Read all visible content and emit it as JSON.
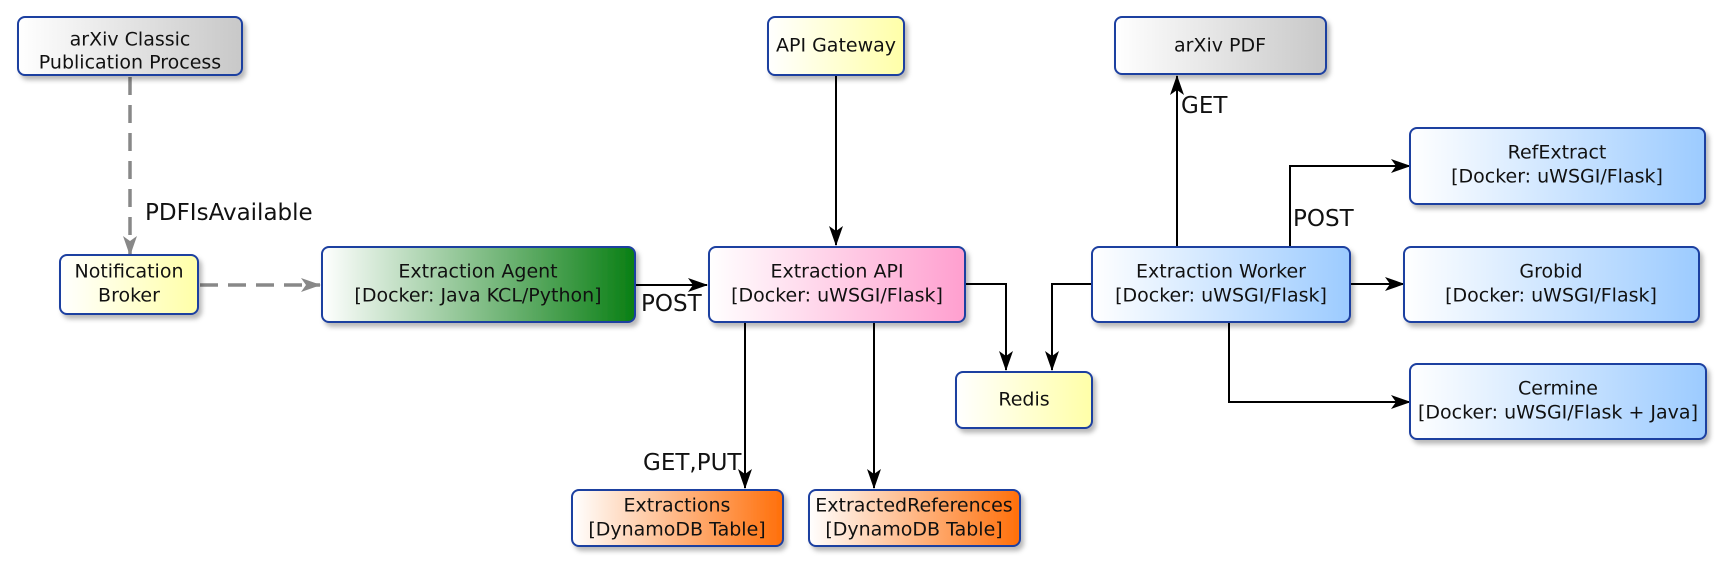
{
  "nodes": {
    "arxiv_classic": {
      "lines": [
        "arXiv Classic",
        "Publication Process"
      ]
    },
    "api_gateway": {
      "lines": [
        "API Gateway"
      ]
    },
    "arxiv_pdf": {
      "lines": [
        "arXiv PDF"
      ]
    },
    "refextract": {
      "lines": [
        "RefExtract",
        "[Docker: uWSGI/Flask]"
      ]
    },
    "notification_broker": {
      "lines": [
        "Notification",
        "Broker"
      ]
    },
    "extraction_agent": {
      "lines": [
        "Extraction Agent",
        "[Docker: Java KCL/Python]"
      ]
    },
    "extraction_api": {
      "lines": [
        "Extraction API",
        "[Docker: uWSGI/Flask]"
      ]
    },
    "extraction_worker": {
      "lines": [
        "Extraction Worker",
        "[Docker: uWSGI/Flask]"
      ]
    },
    "grobid": {
      "lines": [
        "Grobid",
        "[Docker: uWSGI/Flask]"
      ]
    },
    "redis": {
      "lines": [
        "Redis"
      ]
    },
    "cermine": {
      "lines": [
        "Cermine",
        "[Docker: uWSGI/Flask + Java]"
      ]
    },
    "extractions": {
      "lines": [
        "Extractions",
        "[DynamoDB Table]"
      ]
    },
    "extracted_references": {
      "lines": [
        "ExtractedReferences",
        "[DynamoDB Table]"
      ]
    }
  },
  "edge_labels": {
    "pdf_is_available": "PDFIsAvailable",
    "agent_post": "POST",
    "worker_get": "GET",
    "worker_post": "POST",
    "api_get_put": "GET,PUT"
  },
  "colors": {
    "border": "#1f3fa0",
    "gray": "#c8c8c8",
    "yellow": "#ffffa8",
    "green": "#0a7f14",
    "pink": "#ff9fcf",
    "blue": "#9ccbff",
    "orange": "#ff6f0a",
    "dashed_arrow": "#888888"
  }
}
